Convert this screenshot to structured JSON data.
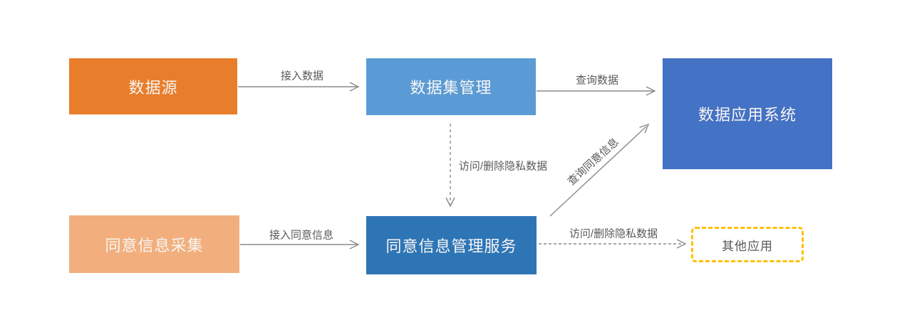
{
  "diagram": {
    "nodes": {
      "data_source": {
        "label": "数据源",
        "fill": "#E87E2B"
      },
      "dataset_mgmt": {
        "label": "数据集管理",
        "fill": "#5B9BD5"
      },
      "data_app_system": {
        "label": "数据应用系统",
        "fill": "#4472C4"
      },
      "consent_collect": {
        "label": "同意信息采集",
        "fill": "#F2AF7D"
      },
      "consent_mgmt": {
        "label": "同意信息管理服务",
        "fill": "#2E75B6"
      },
      "other_apps": {
        "label": "其他应用",
        "border_color": "#FFC000"
      }
    },
    "edges": {
      "access_data": {
        "label": "接入数据",
        "style": "solid",
        "from": "data_source",
        "to": "dataset_mgmt"
      },
      "query_data": {
        "label": "查询数据",
        "style": "solid",
        "from": "dataset_mgmt",
        "to": "data_app_system"
      },
      "access_delete_private_v": {
        "label": "访问/删除隐私数据",
        "style": "dashed",
        "from": "dataset_mgmt",
        "to": "consent_mgmt"
      },
      "query_consent": {
        "label": "查询同意信息",
        "style": "solid",
        "from": "consent_mgmt",
        "to": "data_app_system"
      },
      "access_consent": {
        "label": "接入同意信息",
        "style": "solid",
        "from": "consent_collect",
        "to": "consent_mgmt"
      },
      "access_delete_private_h": {
        "label": "访问/删除隐私数据",
        "style": "dashed",
        "from": "consent_mgmt",
        "to": "other_apps"
      }
    },
    "line_color": "#8A8A8A"
  }
}
